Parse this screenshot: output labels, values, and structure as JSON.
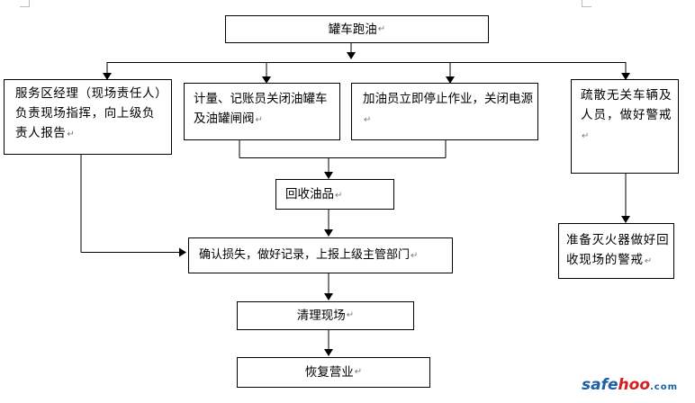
{
  "diagram": {
    "title": "罐车跑油",
    "steps": {
      "manager": "服务区经理（现场责任人）负责现场指挥，向上级负责人报告",
      "meter": "计量、记账员关闭油罐车及油罐闸阀",
      "fueler": "加油员立即停止作业，关闭电源",
      "evacuate": "疏散无关车辆及人员，做好警戒",
      "recover": "回收油品",
      "extinguisher": "准备灭火器做好回收现场的警戒",
      "confirm": "确认损失，做好记录，上报上级主管部门",
      "clean": "清理现场",
      "resume": "恢复营业"
    },
    "paragraph_mark": "↵"
  },
  "watermark": {
    "part1": "safe",
    "part2": "hoo",
    "domain": ".com"
  }
}
